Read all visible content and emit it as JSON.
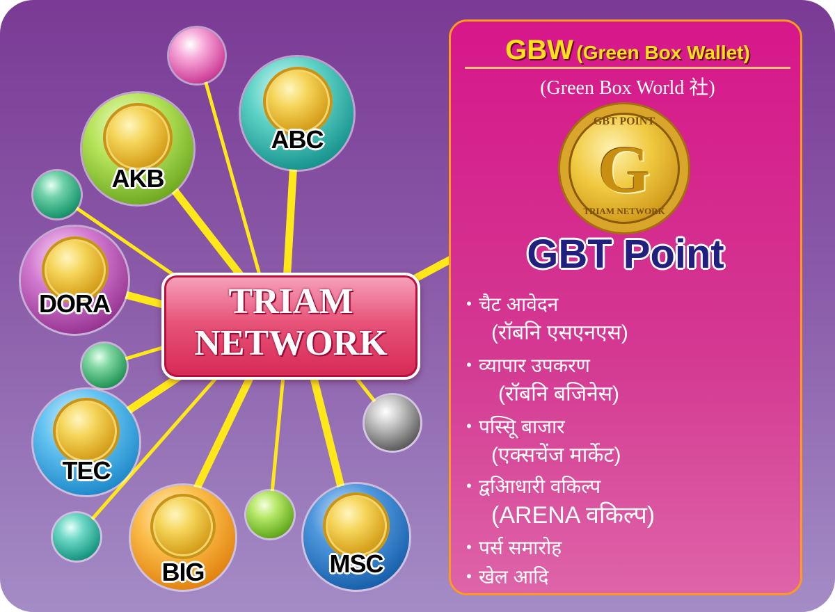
{
  "hub": {
    "line1": "TRIAM",
    "line2": "NETWORK"
  },
  "nodes": [
    {
      "label": "AKB",
      "color": "#8fcc3a"
    },
    {
      "label": "ABC",
      "color": "#1fb5a8"
    },
    {
      "label": "DORA",
      "color": "#b04aa8"
    },
    {
      "label": "TEC",
      "color": "#2aa3e2"
    },
    {
      "label": "BIG",
      "color": "#f39b16"
    },
    {
      "label": "MSC",
      "color": "#1a6bb8"
    }
  ],
  "panel": {
    "brand": "GBW",
    "brand_full": "(Green Box Wallet)",
    "company": "(Green Box World 社)",
    "coin": {
      "top_text": "GBT POINT",
      "letter": "G",
      "bottom_text": "TRIAM NETWORK"
    },
    "product": "GBT Point",
    "features": [
      {
        "main": "・चैट आवेदन",
        "sub": "(रॉबनि एसएनएस)"
      },
      {
        "main": "・व्यापार उपकरण",
        "sub": "(रॉबनि बजिनेस)"
      },
      {
        "main": "・पस्सिू बाजार",
        "sub": "(एक्सचेंज मार्केट)"
      },
      {
        "main": "・द्वआिधारी वकिल्प",
        "sub": "(ARENA वकिल्प)"
      },
      {
        "main": "・पर्स समारोह",
        "sub": ""
      },
      {
        "main": "・खेल आदि",
        "sub": ""
      }
    ]
  },
  "colors": {
    "background_top": "#7a3a95",
    "background_bottom": "#a48cc6",
    "connector": "#ffe81a",
    "panel_fill": "#d6178a",
    "panel_border": "#ff9a1c",
    "brand_text": "#ffe01a",
    "product_text": "#22207e"
  }
}
